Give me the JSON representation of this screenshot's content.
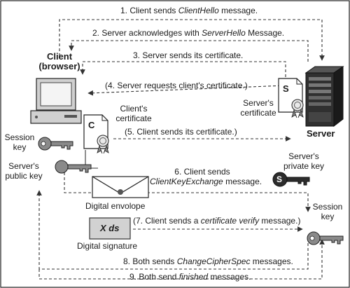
{
  "messages": {
    "m1_pre": "1. Client sends ",
    "m1_em": "ClientHello",
    "m1_post": " message.",
    "m2_pre": "2. Server acknowledges with ",
    "m2_em": "ServerHello",
    "m2_post": " Message.",
    "m3": "3. Server sends its certificate.",
    "m4": "(4. Server requests client's certificate.)",
    "m5": "(5. Client sends its certificate.)",
    "m6_line1": "6. Client sends",
    "m6_em": "ClientKeyExchange",
    "m6_post": " message.",
    "m7_pre": "(7. Client sends a ",
    "m7_em": "certificate verify",
    "m7_post": " message.)",
    "m8_pre": "8. Both sends ",
    "m8_em": "ChangeCipherSpec",
    "m8_post": " messages.",
    "m9_pre": "9. Both send ",
    "m9_em": "finished",
    "m9_post": " messages."
  },
  "labels": {
    "client_line1": "Client",
    "client_line2": "(browser)",
    "server": "Server",
    "server_cert_line1": "Server's",
    "server_cert_line2": "certificate",
    "client_cert_line1": "Client's",
    "client_cert_line2": "certificate",
    "session_key_left_line1": "Session",
    "session_key_left_line2": "key",
    "server_public_key_line1": "Server's",
    "server_public_key_line2": "public key",
    "server_private_key_line1": "Server's",
    "server_private_key_line2": "private key",
    "digital_envelope": "Digital envolope",
    "digital_signature": "Digital signature",
    "session_key_right_line1": "Session",
    "session_key_right_line2": "key",
    "cert_letter_server": "S",
    "cert_letter_client": "C",
    "key_letter": "S",
    "signature_text": "X ds"
  },
  "icons": [
    "client-computer-icon",
    "server-tower-icon",
    "server-certificate-icon",
    "client-certificate-icon",
    "session-key-icon",
    "public-key-icon",
    "private-key-icon",
    "digital-envelope-icon",
    "digital-signature-icon"
  ],
  "colors": {
    "line": "#333333",
    "frame": "#222222",
    "server": "#262626",
    "signature_fill": "#d2d2d2"
  }
}
